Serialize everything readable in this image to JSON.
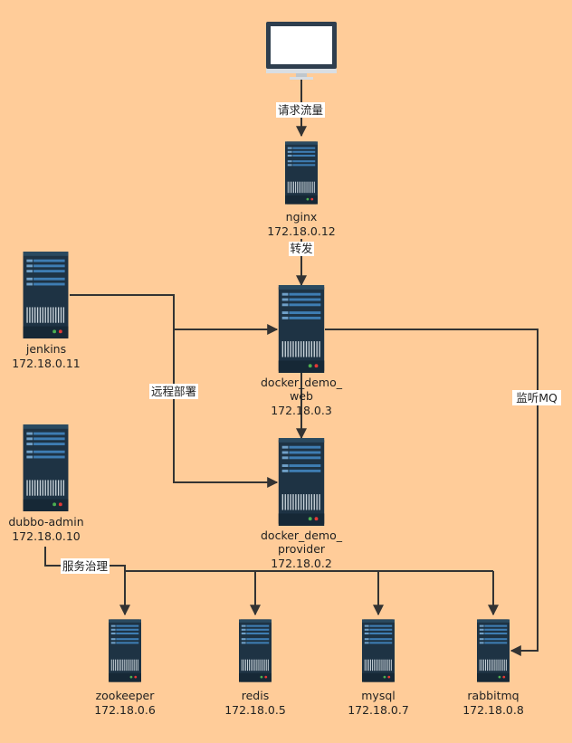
{
  "client": {
    "icon": "monitor-icon"
  },
  "nodes": {
    "nginx": {
      "name": "nginx",
      "ip": "172.18.0.12"
    },
    "jenkins": {
      "name": "jenkins",
      "ip": "172.18.0.11"
    },
    "web": {
      "name_line1": "docker_demo_",
      "name_line2": "web",
      "ip": "172.18.0.3"
    },
    "dubbo": {
      "name": "dubbo-admin",
      "ip": "172.18.0.10"
    },
    "provider": {
      "name_line1": "docker_demo_",
      "name_line2": "provider",
      "ip": "172.18.0.2"
    },
    "zookeeper": {
      "name": "zookeeper",
      "ip": "172.18.0.6"
    },
    "redis": {
      "name": "redis",
      "ip": "172.18.0.5"
    },
    "mysql": {
      "name": "mysql",
      "ip": "172.18.0.7"
    },
    "rabbitmq": {
      "name": "rabbitmq",
      "ip": "172.18.0.8"
    }
  },
  "edges": {
    "request": "请求流量",
    "forward": "转发",
    "deploy": "远程部署",
    "listen": "监听MQ",
    "govern": "服务治理"
  },
  "colors": {
    "background": "#FFCC99",
    "server_body": "#1E3344",
    "server_bar": "#3E7DB3",
    "edge": "#333333"
  }
}
